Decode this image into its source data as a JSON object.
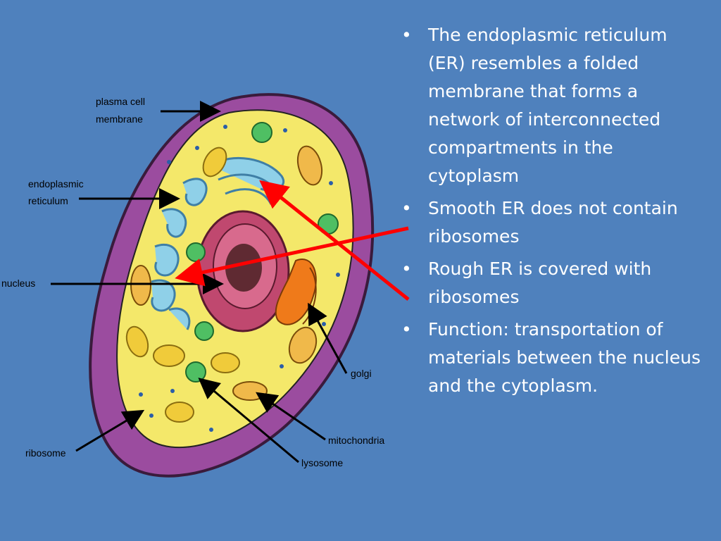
{
  "bullets": [
    "The endoplasmic reticulum (ER) resembles a folded membrane that forms a network of interconnected compartments in the cytoplasm",
    "Smooth ER does not contain ribosomes",
    "Rough ER is covered with ribosomes",
    "Function: transportation of materials between the nucleus and the cytoplasm."
  ],
  "bullet_char": "•",
  "diagram": {
    "labels": {
      "plasma_membrane_1": "plasma cell",
      "plasma_membrane_2": "membrane",
      "er_1": "endoplasmic",
      "er_2": "reticulum",
      "nucleus": "nucleus",
      "golgi": "golgi",
      "mitochondria": "mitochondria",
      "lysosome": "lysosome",
      "ribosome": "ribosome"
    }
  },
  "colors": {
    "background": "#4f81bd",
    "text": "#ffffff",
    "annotation_arrow": "#ff0000",
    "cell_wall": "#9b4c9f",
    "cytoplasm": "#f4e86a",
    "nucleus": "#c0486f",
    "er": "#8fd0e8",
    "golgi": "#ef7a1a",
    "lysosome": "#4fbf63"
  }
}
